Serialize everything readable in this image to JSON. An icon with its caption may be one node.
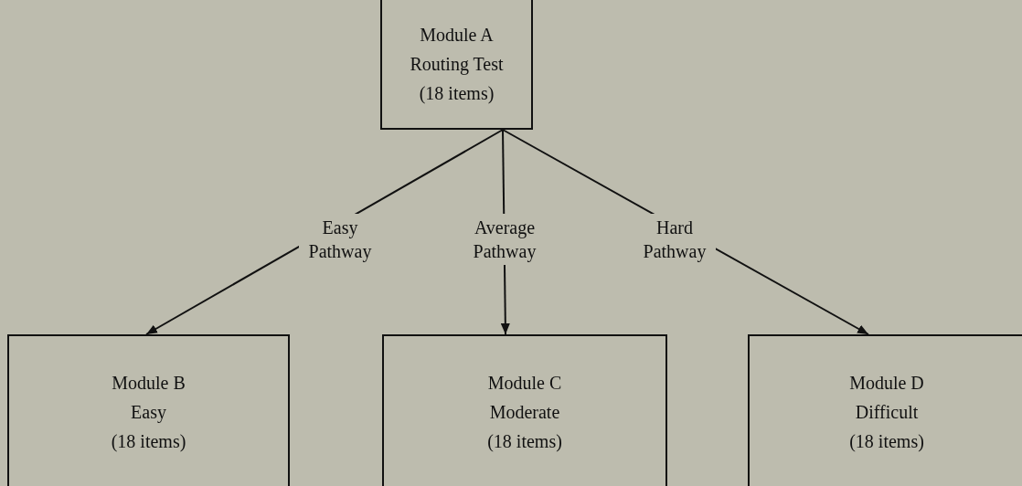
{
  "diagram": {
    "nodes": [
      {
        "text": [
          "Module A",
          "Routing Test",
          "(18 items)"
        ]
      },
      {
        "text": [
          "Module B",
          "Easy",
          "(18 items)"
        ]
      },
      {
        "text": [
          "Module C",
          "Moderate",
          "(18 items)"
        ]
      },
      {
        "text": [
          "Module D",
          "Difficult",
          "(18 items)"
        ]
      }
    ],
    "edges": [
      {
        "from": 0,
        "to": 1,
        "arrow": "to",
        "label": "Easy Pathway"
      },
      {
        "from": 0,
        "to": 2,
        "arrow": "to",
        "label": "Average Pathway"
      },
      {
        "from": 0,
        "to": 3,
        "arrow": "to",
        "label": "Hard Pathway"
      }
    ]
  }
}
